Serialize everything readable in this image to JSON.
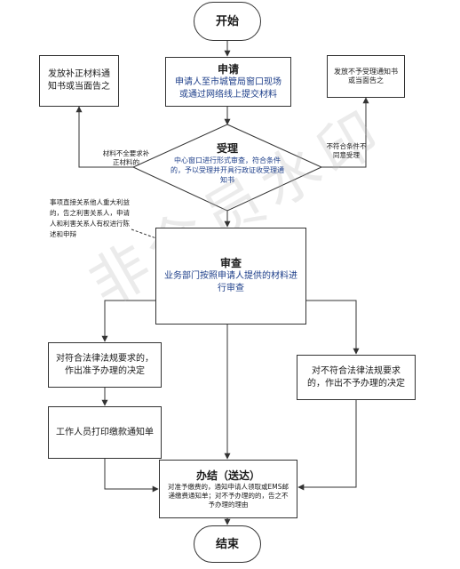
{
  "nodes": {
    "start": {
      "text": "开始"
    },
    "apply": {
      "title": "申请",
      "body": "申请人至市城管局窗口现场或通过网络线上提交材料"
    },
    "notify_supplement": {
      "text": "发放补正材料通知书或当面告之"
    },
    "notify_reject": {
      "text": "发放不予受理通知书或当面告之"
    },
    "accept": {
      "title": "受理",
      "body": "中心窗口进行形式审查，符合条件的，予以受理并开具行政证收受理通知书"
    },
    "review": {
      "title": "审查",
      "body": "业务部门按照申请人提供的材料进行审查"
    },
    "approve_decision": {
      "text": "对符合法律法规要求的，作出准予办理的决定"
    },
    "deny_decision": {
      "text": "对不符合法律法规要求的，作出不予办理的决定"
    },
    "print_notice": {
      "text": "工作人员打印缴款通知单"
    },
    "conclude": {
      "title": "办结（送达）",
      "body": "对准予缴费的，通知申请人领取或EMS邮递缴费通知单；对不予办理的的，告之不予办理的理由"
    },
    "end": {
      "text": "结束"
    }
  },
  "edge_labels": {
    "incomplete": "材料不全要求补正材料的",
    "not_qualified": "不符合条件不同意受理"
  },
  "annotation": {
    "text": "事项直接关系他人重大利益的，告之利害关系人，申请人和利害关系人有权进行陈述和申辩"
  },
  "watermark": {
    "text": "非会员水印"
  }
}
